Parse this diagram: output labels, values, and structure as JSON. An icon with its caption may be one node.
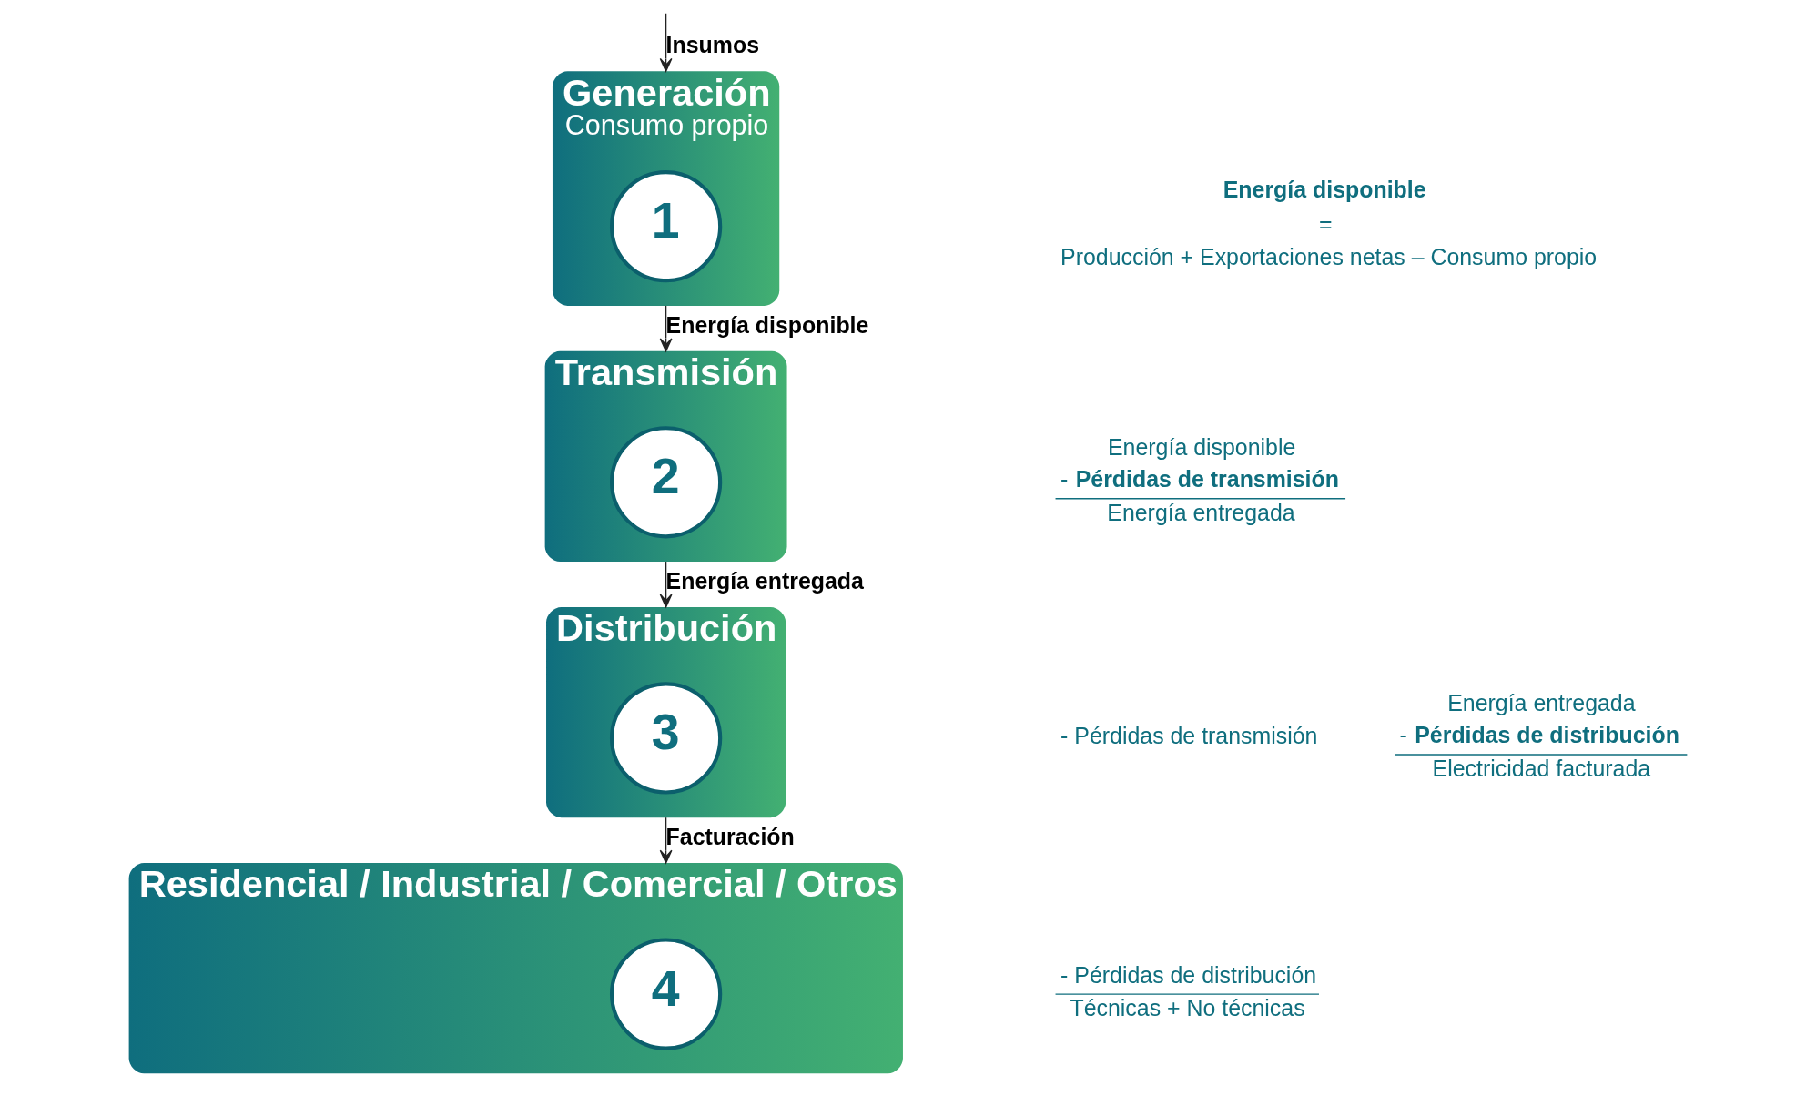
{
  "diagram": {
    "nodes": [
      {
        "text": [
          "Generación",
          "Consumo propio"
        ]
      },
      {
        "text": [
          "1"
        ],
        "in": 0
      },
      {
        "text": [
          "Transmisión"
        ]
      },
      {
        "text": [
          "2"
        ],
        "in": 2
      },
      {
        "text": [
          "Distribución"
        ]
      },
      {
        "text": [
          "3"
        ],
        "in": 4
      },
      {
        "text": [
          "Residencial / Industrial / Comercial / Otros"
        ]
      },
      {
        "text": [
          "4"
        ],
        "in": 6
      }
    ],
    "edges": [
      {
        "from": null,
        "to": 0,
        "arrow": "to",
        "label": "Insumos"
      },
      {
        "from": 0,
        "to": 2,
        "arrow": "to",
        "label": "Energía disponible"
      },
      {
        "from": 2,
        "to": 4,
        "arrow": "to",
        "label": "Energía entregada"
      },
      {
        "from": 4,
        "to": 6,
        "arrow": "to",
        "label": "Facturación"
      }
    ],
    "labels": [
      "Energía disponible",
      "=",
      "Producción + Exportaciones netas – Consumo propio",
      "Energía disponible",
      "- **Pérdidas de transmisión**",
      "Energía entregada",
      "- Pérdidas de transmisión",
      "Energía entregada",
      "- **Pérdidas de distribución**",
      "Electricidad facturada",
      "- Pérdidas de distribución",
      "Técnicas + No técnicas"
    ]
  }
}
